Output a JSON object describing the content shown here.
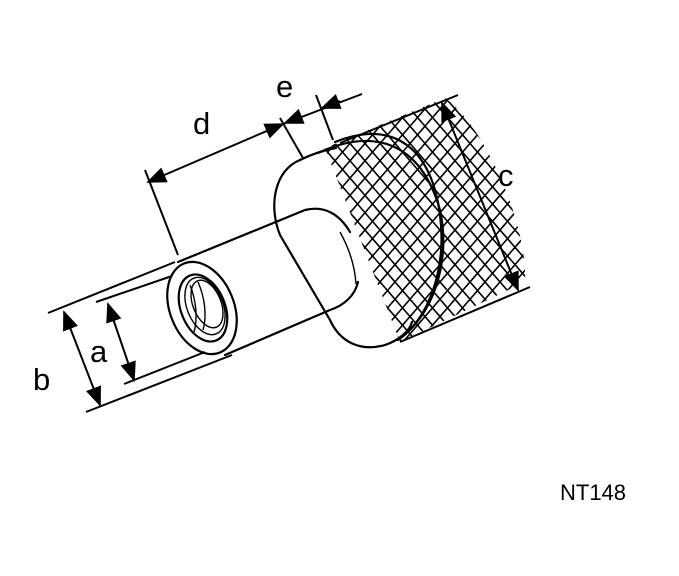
{
  "figure": {
    "dimension_labels": {
      "a": "a",
      "b": "b",
      "c": "c",
      "d": "d",
      "e": "e"
    },
    "code": "NT148"
  }
}
